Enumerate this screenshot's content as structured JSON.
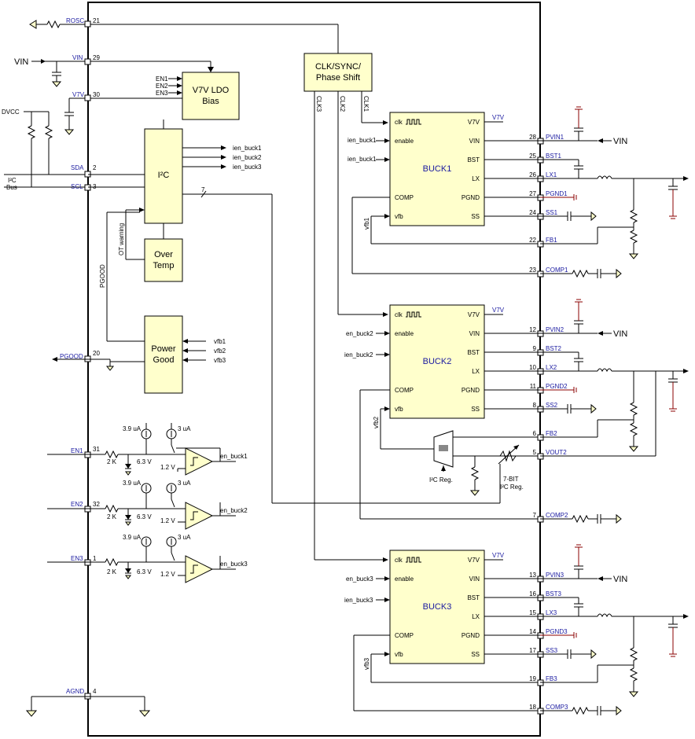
{
  "blocks": {
    "clk_sync": [
      "CLK/SYNC/",
      "Phase Shift"
    ],
    "ldo": [
      "V7V LDO",
      "Bias"
    ],
    "i2c": "I²C",
    "over_temp": [
      "Over",
      "Temp"
    ],
    "power_good": [
      "Power",
      "Good"
    ],
    "buck1": "BUCK1",
    "buck2": "BUCK2",
    "buck3": "BUCK3"
  },
  "left_pins": [
    {
      "name": "ROSC",
      "num": "21"
    },
    {
      "name": "VIN",
      "num": "29"
    },
    {
      "name": "V7V",
      "num": "30"
    },
    {
      "name": "SDA",
      "num": "2"
    },
    {
      "name": "SCL",
      "num": "3"
    },
    {
      "name": "PGOOD",
      "num": "20"
    },
    {
      "name": "EN1",
      "num": "31"
    },
    {
      "name": "EN2",
      "num": "32"
    },
    {
      "name": "EN3",
      "num": "1"
    },
    {
      "name": "AGND",
      "num": "4"
    }
  ],
  "right_pins": {
    "buck1": [
      {
        "name": "PVIN1",
        "num": "28"
      },
      {
        "name": "BST1",
        "num": "25"
      },
      {
        "name": "LX1",
        "num": "26"
      },
      {
        "name": "PGND1",
        "num": "27"
      },
      {
        "name": "SS1",
        "num": "24"
      },
      {
        "name": "FB1",
        "num": "22"
      },
      {
        "name": "COMP1",
        "num": "23"
      }
    ],
    "buck2": [
      {
        "name": "PVIN2",
        "num": "12"
      },
      {
        "name": "BST2",
        "num": "9"
      },
      {
        "name": "LX2",
        "num": "10"
      },
      {
        "name": "PGND2",
        "num": "11"
      },
      {
        "name": "SS2",
        "num": "8"
      },
      {
        "name": "FB2",
        "num": "6"
      },
      {
        "name": "VOUT2",
        "num": "5"
      },
      {
        "name": "COMP2",
        "num": "7"
      }
    ],
    "buck3": [
      {
        "name": "PVIN3",
        "num": "13"
      },
      {
        "name": "BST3",
        "num": "16"
      },
      {
        "name": "LX3",
        "num": "15"
      },
      {
        "name": "PGND3",
        "num": "14"
      },
      {
        "name": "SS3",
        "num": "17"
      },
      {
        "name": "FB3",
        "num": "19"
      },
      {
        "name": "COMP3",
        "num": "18"
      }
    ]
  },
  "buck_ports": {
    "left": [
      "enable",
      "COMP",
      "vfb"
    ],
    "right": [
      "V7V",
      "VIN",
      "BST",
      "LX",
      "PGND",
      "SS"
    ],
    "clk": "clk"
  },
  "signals": {
    "vin": "VIN",
    "dvcc": "DVCC",
    "i2c_bus": [
      "I²C",
      "Bus"
    ],
    "en_list": [
      "EN1",
      "EN2",
      "EN3"
    ],
    "ien": [
      "ien_buck1",
      "ien_buck2",
      "ien_buck3"
    ],
    "en_buck": [
      "en_buck1",
      "en_buck2",
      "en_buck3"
    ],
    "vfb_list": [
      "vfb1",
      "vfb2",
      "vfb3"
    ],
    "clk_lines": [
      "CLK3",
      "CLK2",
      "CLK1"
    ],
    "ot_warning": "OT warning",
    "pgood_line": "PGOOD",
    "bus_width": "7",
    "current_1": "3.9 uA",
    "current_2": "3 uA",
    "res_2k": "2 K",
    "zener": "6.3 V",
    "ref": "1.2 V",
    "v7v_out": "V7V",
    "i2c_reg": "I²C Reg.",
    "dac_label": [
      "7-BIT",
      "I²C Reg."
    ]
  }
}
